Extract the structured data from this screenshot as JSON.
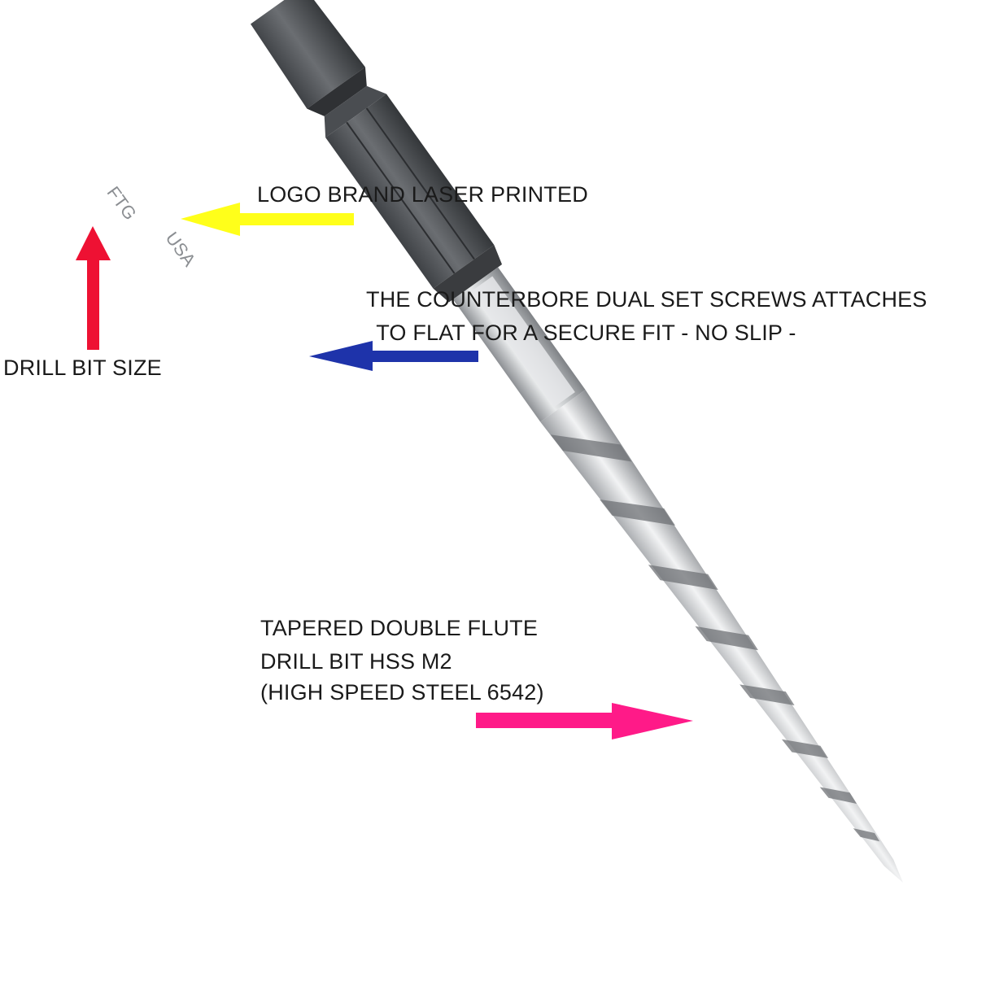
{
  "annotations": {
    "logo": "LOGO BRAND LASER PRINTED",
    "drill_size": "DRILL BIT SIZE",
    "counterbore_line1": "THE COUNTERBORE DUAL SET SCREWS ATTACHES",
    "counterbore_line2": " TO FLAT FOR A SECURE FIT - NO SLIP -",
    "tapered_line1": "TAPERED DOUBLE FLUTE",
    "tapered_line2": "DRILL BIT HSS M2",
    "tapered_line3": "(HIGH SPEED STEEL 6542)"
  },
  "engraving": {
    "brand": "FTG",
    "origin": "USA"
  },
  "colors": {
    "yellow_arrow": "#ffff1a",
    "red_arrow": "#ee1133",
    "blue_arrow": "#1e33aa",
    "pink_arrow": "#ff1a88",
    "shank": "#55585c",
    "steel": "#c9cccf"
  }
}
